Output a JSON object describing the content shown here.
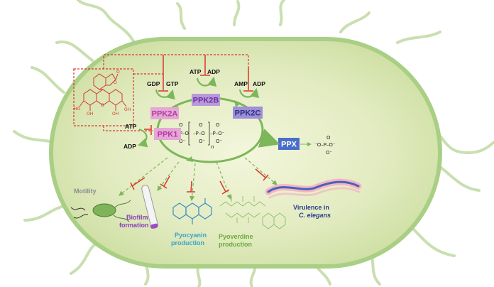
{
  "enzymes": {
    "ppk1": "PPK1",
    "ppk2a": "PPK2A",
    "ppk2b": "PPK2B",
    "ppk2c": "PPK2C",
    "ppx": "PPX"
  },
  "cofactors": {
    "ppk2a_in": "GDP",
    "ppk2a_out": "GTP",
    "ppk2b_in": "ATP",
    "ppk2b_out": "ADP",
    "ppk2c_in": "AMP",
    "ppk2c_out": "ADP",
    "ppk1_in": "ATP",
    "ppk1_out": "ADP"
  },
  "polyp": {
    "subscript": "n"
  },
  "phenotypes": {
    "motility": "Motility",
    "biofilm_1": "Biofilm",
    "biofilm_2": "formation",
    "pyocyanin_1": "Pyocyanin",
    "pyocyanin_2": "production",
    "pyoverdine_1": "Pyoverdine",
    "pyoverdine_2": "production",
    "virulence_1": "Virulence in",
    "virulence_2": "C. elegans"
  },
  "colors": {
    "cell_fill": "#dbe6b6",
    "cell_border": "#a9cf85",
    "pathway_green": "#7cb75a",
    "inhibitor_red": "#d9362a",
    "ppk1": "#e6a6d6",
    "ppk2a": "#e6a6d6",
    "ppk2b": "#b99ad8",
    "ppk2c": "#9f8fd6",
    "ppx": "#4a6fc9",
    "motility_text": "#8c8c8c",
    "biofilm_text": "#8a3bbf",
    "pyocyanin_text": "#3aa3c9",
    "pyoverdine_text": "#6aab3f",
    "virulence_text": "#2b3f8f"
  }
}
